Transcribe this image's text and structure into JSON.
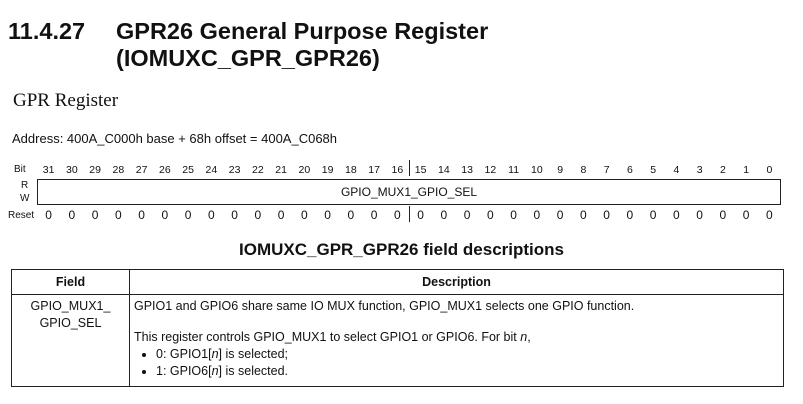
{
  "heading": {
    "number": "11.4.27",
    "line1": "GPR26 General Purpose Register",
    "line2": "(IOMUXC_GPR_GPR26)"
  },
  "section_label": "GPR Register",
  "address": "Address: 400A_C000h base + 68h offset = 400A_C068h",
  "register": {
    "bit_label": "Bit",
    "r_label": "R",
    "w_label": "W",
    "reset_label": "Reset",
    "bits": [
      "31",
      "30",
      "29",
      "28",
      "27",
      "26",
      "25",
      "24",
      "23",
      "22",
      "21",
      "20",
      "19",
      "18",
      "17",
      "16",
      "15",
      "14",
      "13",
      "12",
      "11",
      "10",
      "9",
      "8",
      "7",
      "6",
      "5",
      "4",
      "3",
      "2",
      "1",
      "0"
    ],
    "reset_values": [
      "0",
      "0",
      "0",
      "0",
      "0",
      "0",
      "0",
      "0",
      "0",
      "0",
      "0",
      "0",
      "0",
      "0",
      "0",
      "0",
      "0",
      "0",
      "0",
      "0",
      "0",
      "0",
      "0",
      "0",
      "0",
      "0",
      "0",
      "0",
      "0",
      "0",
      "0",
      "0"
    ],
    "field_name": "GPIO_MUX1_GPIO_SEL"
  },
  "table": {
    "title": "IOMUXC_GPR_GPR26 field descriptions",
    "header_field": "Field",
    "header_description": "Description",
    "rows": [
      {
        "field_line1": "GPIO_MUX1_",
        "field_line2": "GPIO_SEL",
        "para1": "GPIO1 and GPIO6 share same IO MUX function, GPIO_MUX1 selects one GPIO function.",
        "para2_prefix": "This register controls GPIO_MUX1 to select GPIO1 or GPIO6. For bit ",
        "para2_var": "n",
        "para2_suffix": ",",
        "bullets": [
          {
            "prefix": "0: GPIO1[",
            "var": "n",
            "suffix": "] is selected;"
          },
          {
            "prefix": "1: GPIO6[",
            "var": "n",
            "suffix": "] is selected."
          }
        ]
      }
    ]
  }
}
